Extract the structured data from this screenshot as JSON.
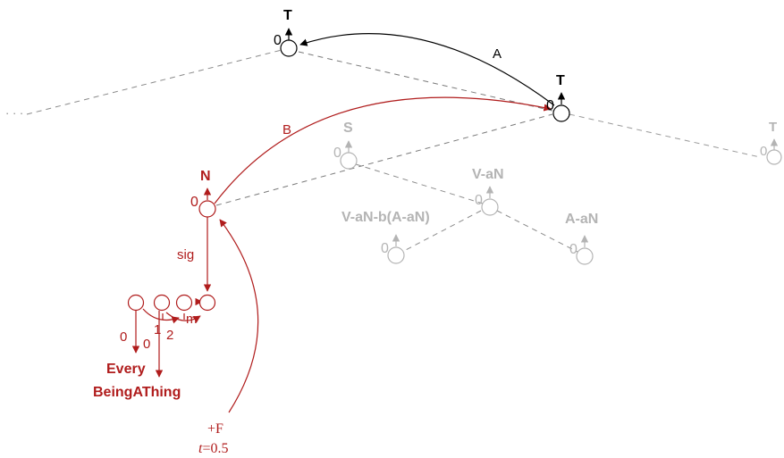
{
  "colors": {
    "active": "#000000",
    "highlight": "#b01c1c",
    "faded": "#b4b4b4",
    "edge_dashed": "#7a7a7a",
    "edge_faded": "#8c8c8c"
  },
  "ellipsis": "· · ·",
  "nodes": {
    "root": {
      "cat": "T",
      "index": "0"
    },
    "t2": {
      "cat": "T",
      "index": "0"
    },
    "t3": {
      "cat": "T",
      "index": "0"
    },
    "s": {
      "cat": "S",
      "index": "0"
    },
    "vaN": {
      "cat": "V-aN",
      "index": "0"
    },
    "vaNb": {
      "cat": "V-aN-b(A-aN)",
      "index": "0"
    },
    "aaN": {
      "cat": "A-aN",
      "index": "0"
    },
    "n": {
      "cat": "N",
      "index": "0"
    }
  },
  "edges": {
    "a": "A",
    "b": "B",
    "sig": "sig"
  },
  "chain": {
    "labels": {
      "one": "1",
      "two": "2",
      "m": "m"
    },
    "out0": {
      "index": "0",
      "term": "Every"
    },
    "out1": {
      "index": "0",
      "term": "BeingAThing"
    }
  },
  "feature": {
    "label": "+F",
    "t_symbol": "t",
    "t_value": "=0.5"
  }
}
